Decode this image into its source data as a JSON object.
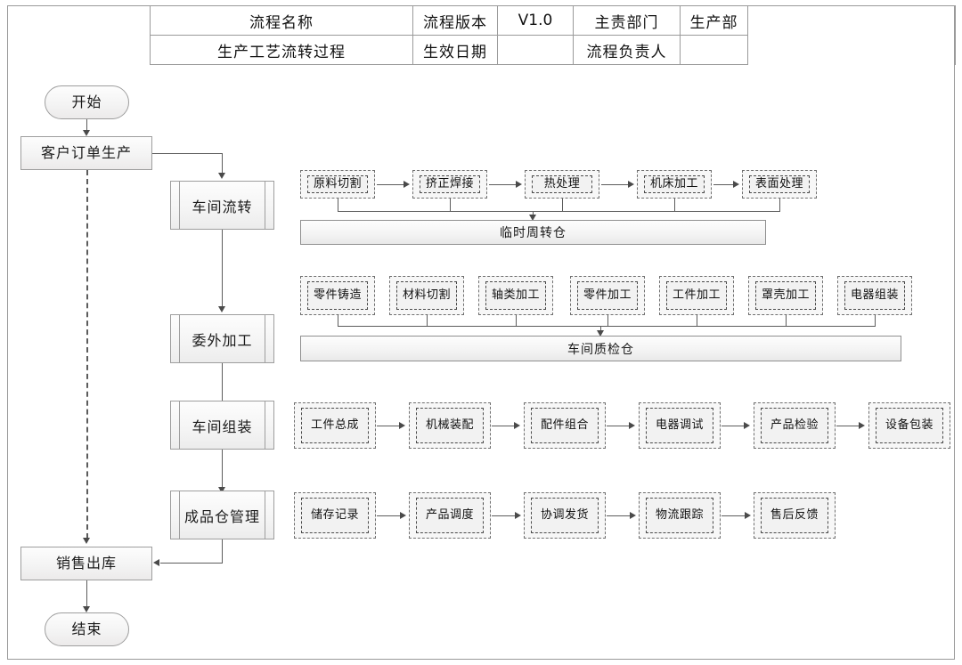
{
  "header": {
    "columns": [
      {
        "label": "",
        "name": "header-cell-empty-left"
      },
      {
        "label": "流程名称",
        "name": "header-label-process-name"
      },
      {
        "label": "流程版本",
        "name": "header-label-process-version"
      },
      {
        "label": "V1.0",
        "name": "header-value-process-version"
      },
      {
        "label": "主责部门",
        "name": "header-label-owner-dept"
      },
      {
        "label": "生产部",
        "name": "header-value-owner-dept"
      },
      {
        "label": "",
        "name": "header-cell-empty-right"
      }
    ],
    "row2": [
      {
        "label": "",
        "name": "header-cell-empty-left-2"
      },
      {
        "label": "生产工艺流转过程",
        "name": "header-value-process-name"
      },
      {
        "label": "生效日期",
        "name": "header-label-effective-date"
      },
      {
        "label": "",
        "name": "header-value-effective-date"
      },
      {
        "label": "流程负责人",
        "name": "header-label-process-owner"
      },
      {
        "label": "",
        "name": "header-value-process-owner"
      },
      {
        "label": "",
        "name": "header-cell-empty-right-2"
      }
    ]
  },
  "flow": {
    "start": "开始",
    "end": "结束",
    "order": "客户订单生产",
    "sales_out": "销售出库",
    "stages": [
      {
        "label": "车间流转"
      },
      {
        "label": "委外加工"
      },
      {
        "label": "车间组装"
      },
      {
        "label": "成品仓管理"
      }
    ],
    "row1": {
      "tasks": [
        "原料切割",
        "挤正焊接",
        "热处理",
        "机床加工",
        "表面处理"
      ],
      "store": "临时周转仓"
    },
    "row2": {
      "tasks": [
        "零件铸造",
        "材料切割",
        "轴类加工",
        "零件加工",
        "工件加工",
        "罩壳加工",
        "电器组装"
      ],
      "store": "车间质检仓"
    },
    "row3": {
      "tasks": [
        "工件总成",
        "机械装配",
        "配件组合",
        "电器调试",
        "产品检验",
        "设备包装"
      ]
    },
    "row4": {
      "tasks": [
        "储存记录",
        "产品调度",
        "协调发货",
        "物流跟踪",
        "售后反馈"
      ]
    }
  },
  "colors": {
    "line": "#5c5c5c",
    "border": "#9e9e9e",
    "fill_top": "#fdfdfd",
    "fill_bottom": "#ececec",
    "dashed": "#4a4a4a"
  }
}
